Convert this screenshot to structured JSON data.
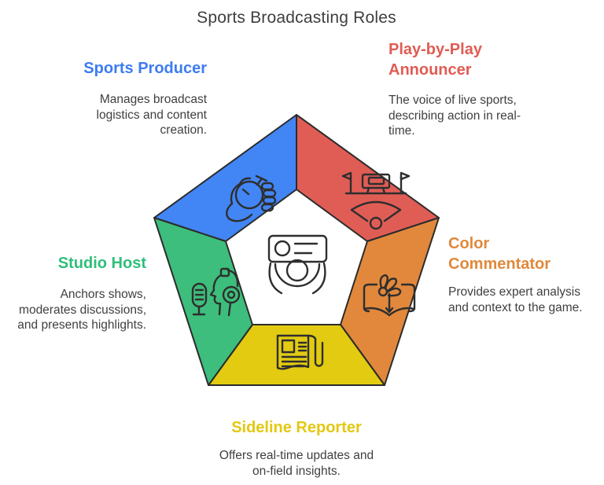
{
  "title": "Sports Broadcasting Roles",
  "colors": {
    "producer_blue": "#4285f4",
    "announcer_red": "#e05d55",
    "commentator_orange": "#e1883c",
    "reporter_yellow": "#e2cb11",
    "host_green": "#3dbe7c",
    "outline": "#2b2b2b",
    "body_text": "#3f3f3f"
  },
  "center_icon": "video-camera-icon",
  "roles": [
    {
      "label": "Sports Producer",
      "description": "Manages broadcast logistics and content creation.",
      "heading_color": "#3d7cf2",
      "segment_color": "#4285f4",
      "icon": "stopwatch-hand-icon"
    },
    {
      "label": "Play-by-Play Announcer",
      "description": "The voice of live sports, describing action in real-time.",
      "heading_color": "#e05c54",
      "segment_color": "#e05d55",
      "icon": "stadium-announcer-icon"
    },
    {
      "label": "Color Commentator",
      "description": "Provides expert analysis and context to the game.",
      "heading_color": "#e0893c",
      "segment_color": "#e1883c",
      "icon": "book-shuttlecock-icon"
    },
    {
      "label": "Sideline Reporter",
      "description": "Offers real-time updates and on-field insights.",
      "heading_color": "#e3c812",
      "segment_color": "#e2cb11",
      "icon": "newspaper-icon"
    },
    {
      "label": "Studio Host",
      "description": "Anchors shows, moderates discussions, and presents highlights.",
      "heading_color": "#2fbe7c",
      "segment_color": "#3dbe7c",
      "icon": "microphone-headphones-icon"
    }
  ]
}
